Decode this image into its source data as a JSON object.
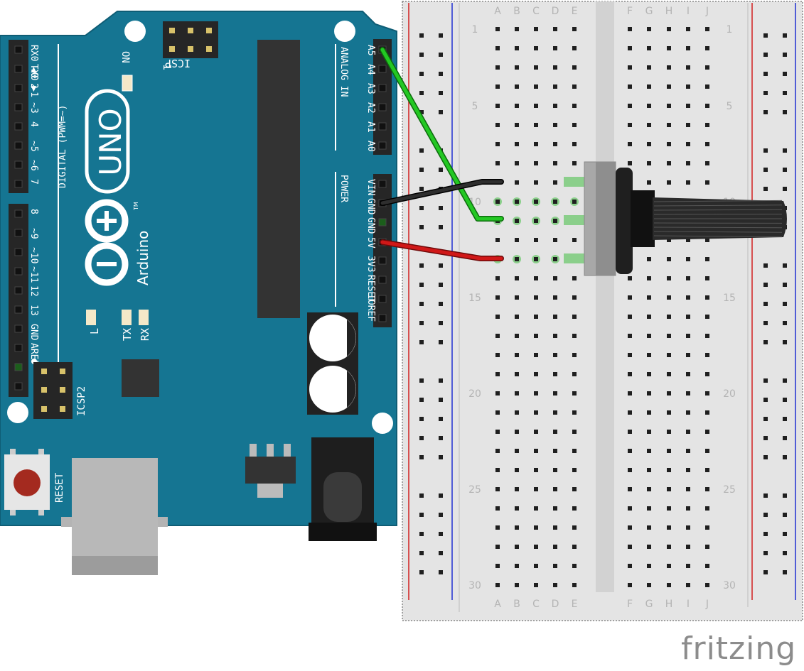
{
  "colors": {
    "board": "#157592",
    "board_edge": "#0f5d75",
    "breadboard": "#e4e4e4",
    "breadboard_strip": "#d2d2d2",
    "hole": "#1f1f1f",
    "rail_red": "#d21f1f",
    "rail_blue": "#1f2fd2",
    "wire_green": "#1fb41f",
    "wire_black": "#1a1a1a",
    "wire_red": "#c81414",
    "header": "#262626",
    "silk": "#ffffff",
    "connected": "#7fd07f"
  },
  "arduino": {
    "logo_uno": "UNO",
    "logo_brand": "Arduino",
    "trademark": "TM",
    "digital_label": "DIGITAL (PWM=~)",
    "analog_label": "ANALOG IN",
    "power_label": "POWER",
    "icsp_label": "ICSP",
    "icsp2_label": "ICSP2",
    "icsp_pin1": "1",
    "on_label": "ON",
    "reset_label": "RESET",
    "led_labels": [
      "L",
      "TX",
      "RX"
    ],
    "digital_pins": [
      "RX0 ◀0",
      "TX0 ▶1",
      "2",
      "~3",
      "4",
      "~5",
      "~6",
      "7",
      "8",
      "~9",
      "~10",
      "~11",
      "12",
      "13",
      "GND",
      "AREF"
    ],
    "analog_pins": [
      "A5",
      "A4",
      "A3",
      "A2",
      "A1",
      "A0"
    ],
    "power_pins": [
      "VIN",
      "GND",
      "GND",
      "5V",
      "3V3",
      "RESET",
      "IOREF"
    ]
  },
  "breadboard": {
    "columns_left": [
      "A",
      "B",
      "C",
      "D",
      "E"
    ],
    "columns_right": [
      "F",
      "G",
      "H",
      "I",
      "J"
    ],
    "row_labels": [
      "1",
      "5",
      "10",
      "15",
      "20",
      "25",
      "30"
    ],
    "connected_rows": [
      10,
      11,
      13
    ]
  },
  "watermark": "fritzing"
}
